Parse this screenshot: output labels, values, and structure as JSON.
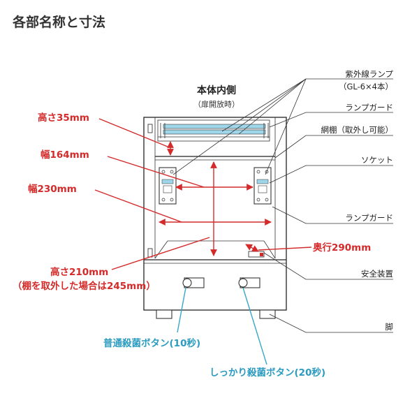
{
  "heading": "各部名称と寸法",
  "view": {
    "title": "本体内側",
    "note": "（扉開放時）"
  },
  "parts": {
    "uv_lamp": "紫外線ランプ",
    "uv_lamp_spec": "（GL-6×4本）",
    "lamp_guard_top": "ランプガード",
    "mesh_shelf": "網棚（取外し可能）",
    "socket": "ソケット",
    "lamp_guard_side": "ランプガード",
    "safety_device": "安全装置",
    "leg": "脚"
  },
  "dimensions": {
    "height_35": "高さ35mm",
    "width_164": "幅164mm",
    "width_230": "幅230mm",
    "depth_290": "奥行290mm",
    "height_210": "高さ210mm",
    "height_210_note": "（棚を取外した場合は245mm）"
  },
  "buttons": {
    "normal": "普通殺菌ボタン(10秒)",
    "thorough": "しっかり殺菌ボタン(20秒)"
  },
  "colors": {
    "dimension": "#d42a2a",
    "button_callout": "#2b9bc0",
    "lamp_glow": "#9fd6ea",
    "line": "#222222"
  }
}
